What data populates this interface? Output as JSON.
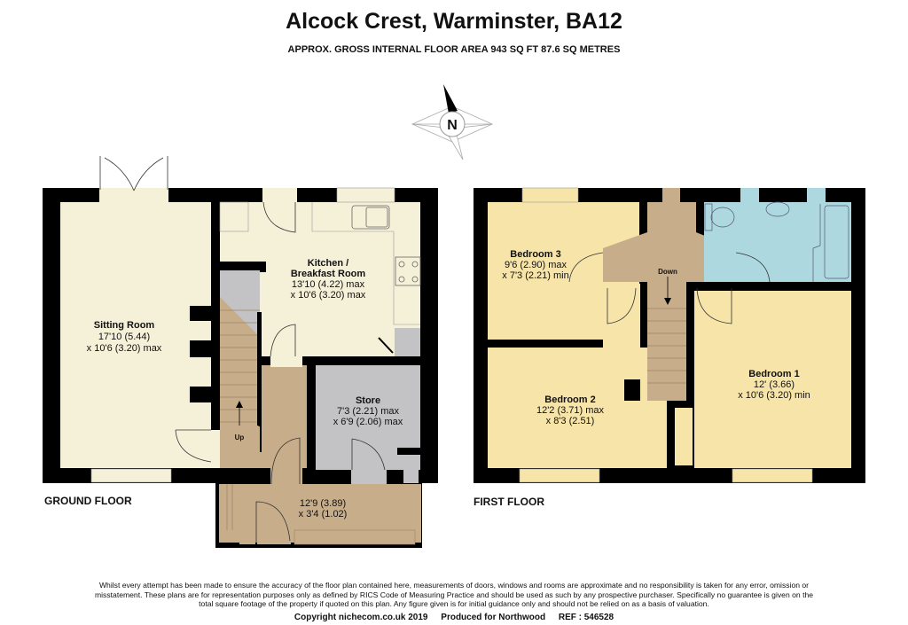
{
  "header": {
    "title": "Alcock Crest, Warminster, BA12",
    "subtitle": "APPROX. GROSS INTERNAL FLOOR AREA 943 SQ FT 87.6 SQ METRES"
  },
  "compass": {
    "label": "N",
    "icon": "compass-north-icon"
  },
  "ground_floor": {
    "label": "GROUND FLOOR",
    "sitting_room": {
      "name": "Sitting Room",
      "dim1": "17'10 (5.44)",
      "dim2": "x 10'6 (3.20) max"
    },
    "kitchen": {
      "name1": "Kitchen /",
      "name2": "Breakfast Room",
      "dim1": "13'10 (4.22) max",
      "dim2": "x 10'6 (3.20) max"
    },
    "store": {
      "name": "Store",
      "dim1": "7'3 (2.21) max",
      "dim2": "x 6'9 (2.06) max"
    },
    "porch": {
      "dim1": "12'9 (3.89)",
      "dim2": "x 3'4 (1.02)"
    },
    "stairs_label": "Up"
  },
  "first_floor": {
    "label": "FIRST FLOOR",
    "bedroom3": {
      "name": "Bedroom 3",
      "dim1": "9'6 (2.90) max",
      "dim2": "x 7'3 (2.21) min"
    },
    "bedroom2": {
      "name": "Bedroom 2",
      "dim1": "12'2 (3.71) max",
      "dim2": "x 8'3 (2.51)"
    },
    "bedroom1": {
      "name": "Bedroom 1",
      "dim1": "12' (3.66)",
      "dim2": "x 10'6 (3.20) min"
    },
    "stairs_label": "Down"
  },
  "colors": {
    "wall": "#000000",
    "room": "#f5f0d8",
    "bedroom": "#f7e4a8",
    "hall": "#c8ad8a",
    "store": "#c3c3c5",
    "bathroom": "#aed8e0"
  },
  "footer": {
    "disclaimer": "Whilst every attempt has been made to ensure the accuracy of the floor plan contained here, measurements of doors, windows and rooms are approximate and no responsibility is taken for any error, omission or misstatement. These plans are for representation purposes only as defined by RICS Code of Measuring Practice and should be used as such by any prospective purchaser. Specifically no guarantee is given on the total square footage of the property if quoted on this plan. Any figure given is for initial guidance only and should not be relied on as a basis of valuation.",
    "copyright": "Copyright nichecom.co.uk 2019",
    "produced_for": "Produced for Northwood",
    "ref": "REF : 546528"
  }
}
